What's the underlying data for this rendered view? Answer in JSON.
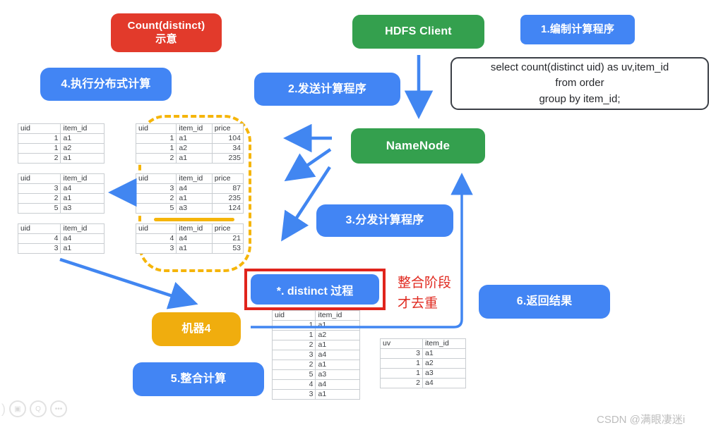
{
  "diagram": {
    "badge": {
      "line1": "Count(distinct)",
      "line2": "示意"
    },
    "nodes": {
      "hdfs_client": "HDFS Client",
      "namenode": "NameNode",
      "step1": "1.编制计算程序",
      "step2": "2.发送计算程序",
      "step3": "3.分发计算程序",
      "step4": "4.执行分布式计算",
      "step5": "5.整合计算",
      "step6": "6.返回结果",
      "machine4": "机器4",
      "distinct": "*. distinct 过程"
    },
    "sql": {
      "line1": "select count(distinct uid) as uv,item_id",
      "line2": "from order",
      "line3": "group by  item_id;"
    },
    "annotation": {
      "line1": "整合阶段",
      "line2": "才去重"
    },
    "colors": {
      "blue": "#4285F4",
      "green": "#34A04E",
      "red": "#E23A2B",
      "amber": "#F0AD0E",
      "dashed_orange": "#F5B50A",
      "highlight_red": "#E0241C",
      "arrow_blue": "#4186F1"
    }
  },
  "tables": {
    "left": [
      {
        "headers": [
          "uid",
          "item_id"
        ],
        "rows": [
          [
            "1",
            "a1"
          ],
          [
            "1",
            "a2"
          ],
          [
            "2",
            "a1"
          ]
        ]
      },
      {
        "headers": [
          "uid",
          "item_id"
        ],
        "rows": [
          [
            "3",
            "a4"
          ],
          [
            "2",
            "a1"
          ],
          [
            "5",
            "a3"
          ]
        ]
      },
      {
        "headers": [
          "uid",
          "item_id"
        ],
        "rows": [
          [
            "4",
            "a4"
          ],
          [
            "3",
            "a1"
          ]
        ]
      }
    ],
    "middle": [
      {
        "headers": [
          "uid",
          "item_id",
          "price"
        ],
        "rows": [
          [
            "1",
            "a1",
            "104"
          ],
          [
            "1",
            "a2",
            "34"
          ],
          [
            "2",
            "a1",
            "235"
          ]
        ]
      },
      {
        "headers": [
          "uid",
          "item_id",
          "price"
        ],
        "rows": [
          [
            "3",
            "a4",
            "87"
          ],
          [
            "2",
            "a1",
            "235"
          ],
          [
            "5",
            "a3",
            "124"
          ]
        ]
      },
      {
        "headers": [
          "uid",
          "item_id",
          "price"
        ],
        "rows": [
          [
            "4",
            "a4",
            "21"
          ],
          [
            "3",
            "a1",
            "53"
          ]
        ]
      }
    ],
    "merged": {
      "headers": [
        "uid",
        "item_id"
      ],
      "rows": [
        [
          "1",
          "a1"
        ],
        [
          "1",
          "a2"
        ],
        [
          "2",
          "a1"
        ],
        [
          "3",
          "a4"
        ],
        [
          "2",
          "a1"
        ],
        [
          "5",
          "a3"
        ],
        [
          "4",
          "a4"
        ],
        [
          "3",
          "a1"
        ]
      ]
    },
    "result": {
      "headers": [
        "uv",
        "item_id"
      ],
      "rows": [
        [
          "3",
          "a1"
        ],
        [
          "1",
          "a2"
        ],
        [
          "1",
          "a3"
        ],
        [
          "2",
          "a4"
        ]
      ]
    }
  },
  "watermark": {
    "csdn": "CSDN @满眼凄迷i"
  }
}
